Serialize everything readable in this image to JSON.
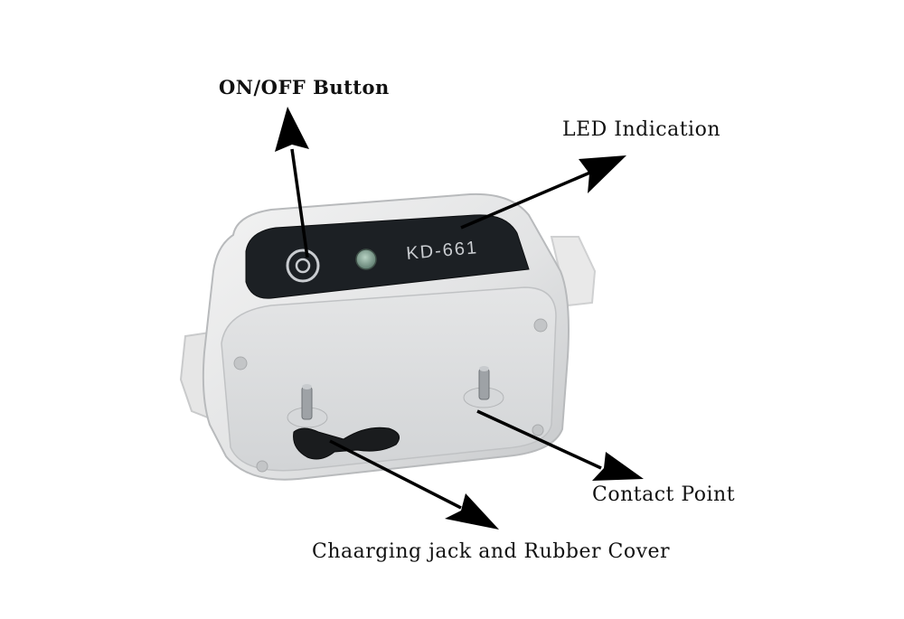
{
  "device": {
    "model_text": "KD-661"
  },
  "callouts": {
    "on_off": "ON/OFF Button",
    "led": "LED Indication",
    "contact": "Contact Point",
    "charging": "Chaarging jack and Rubber Cover"
  },
  "colors": {
    "body_light": "#ececec",
    "body_shadow": "#bfc1c3",
    "panel_dark": "#1c2024",
    "panel_text": "#c9ccd0",
    "led_green": "#7f9c8f",
    "arrow": "#000000"
  }
}
